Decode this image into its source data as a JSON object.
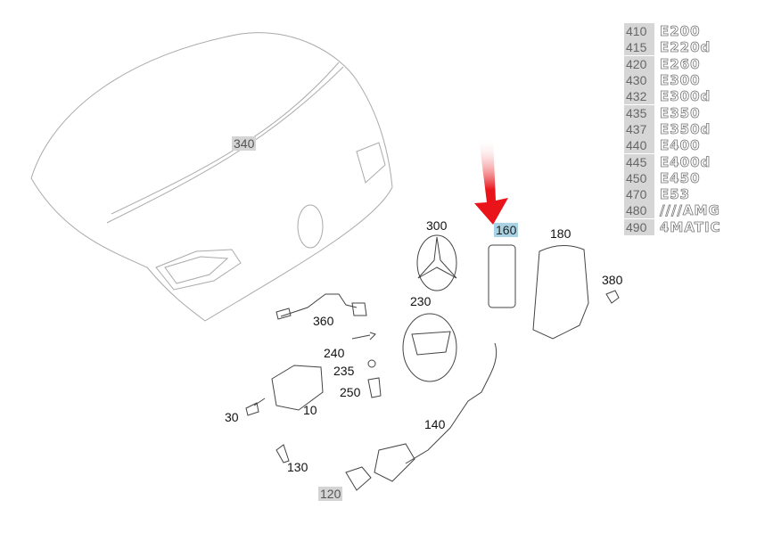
{
  "callouts": {
    "p340": "340",
    "p300": "300",
    "p160": "160",
    "p180": "180",
    "p380": "380",
    "p230": "230",
    "p360": "360",
    "p240": "240",
    "p235": "235",
    "p250": "250",
    "p30": "30",
    "p10": "10",
    "p140": "140",
    "p130": "130",
    "p120": "120"
  },
  "highlight": {
    "part": "160",
    "arrow_color": "#e8141a",
    "label_bg": "#a9d3e4"
  },
  "variants": [
    {
      "num": "410",
      "badge": "E200"
    },
    {
      "num": "415",
      "badge": "E220d"
    },
    {
      "num": "420",
      "badge": "E260"
    },
    {
      "num": "430",
      "badge": "E300"
    },
    {
      "num": "432",
      "badge": "E300d"
    },
    {
      "num": "435",
      "badge": "E350"
    },
    {
      "num": "437",
      "badge": "E350d"
    },
    {
      "num": "440",
      "badge": "E400"
    },
    {
      "num": "445",
      "badge": "E400d"
    },
    {
      "num": "450",
      "badge": "E450"
    },
    {
      "num": "470",
      "badge": "E53"
    },
    {
      "num": "480",
      "badge": "////AMG"
    },
    {
      "num": "490",
      "badge": "4MATIC"
    }
  ]
}
